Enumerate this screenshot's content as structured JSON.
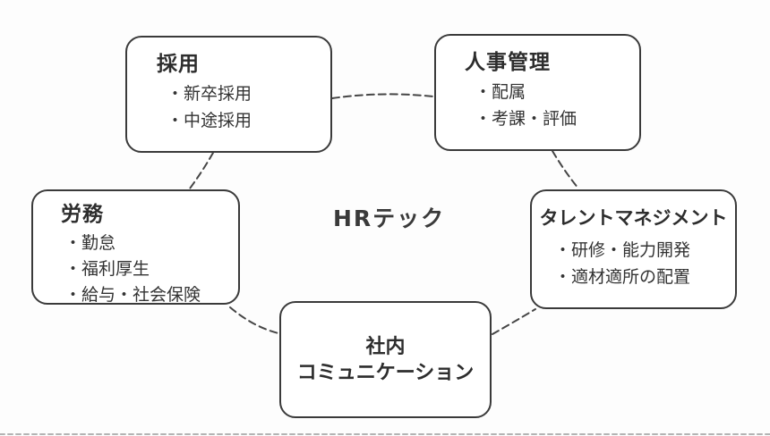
{
  "diagram": {
    "center_label": "HRテック",
    "boxes": {
      "recruitment": {
        "title": "採用",
        "items": [
          "・新卒採用",
          "・中途採用"
        ]
      },
      "hr_management": {
        "title": "人事管理",
        "items": [
          "・配属",
          "・考課・評価"
        ]
      },
      "labor": {
        "title": "労務",
        "items": [
          "・勤怠",
          "・福利厚生",
          "・給与・社会保険"
        ]
      },
      "talent": {
        "title": "タレントマネジメント",
        "items": [
          "・研修・能力開発",
          "・適材適所の配置"
        ]
      },
      "communication": {
        "title_line1": "社内",
        "title_line2": "コミュニケーション"
      }
    },
    "colors": {
      "box_border": "#3a3a3a",
      "box_fill": "#ffffff",
      "text": "#2d2d2d",
      "connector": "#454545",
      "bottom_rule": "#b3b3b3",
      "background": "#fdfdfd"
    }
  }
}
